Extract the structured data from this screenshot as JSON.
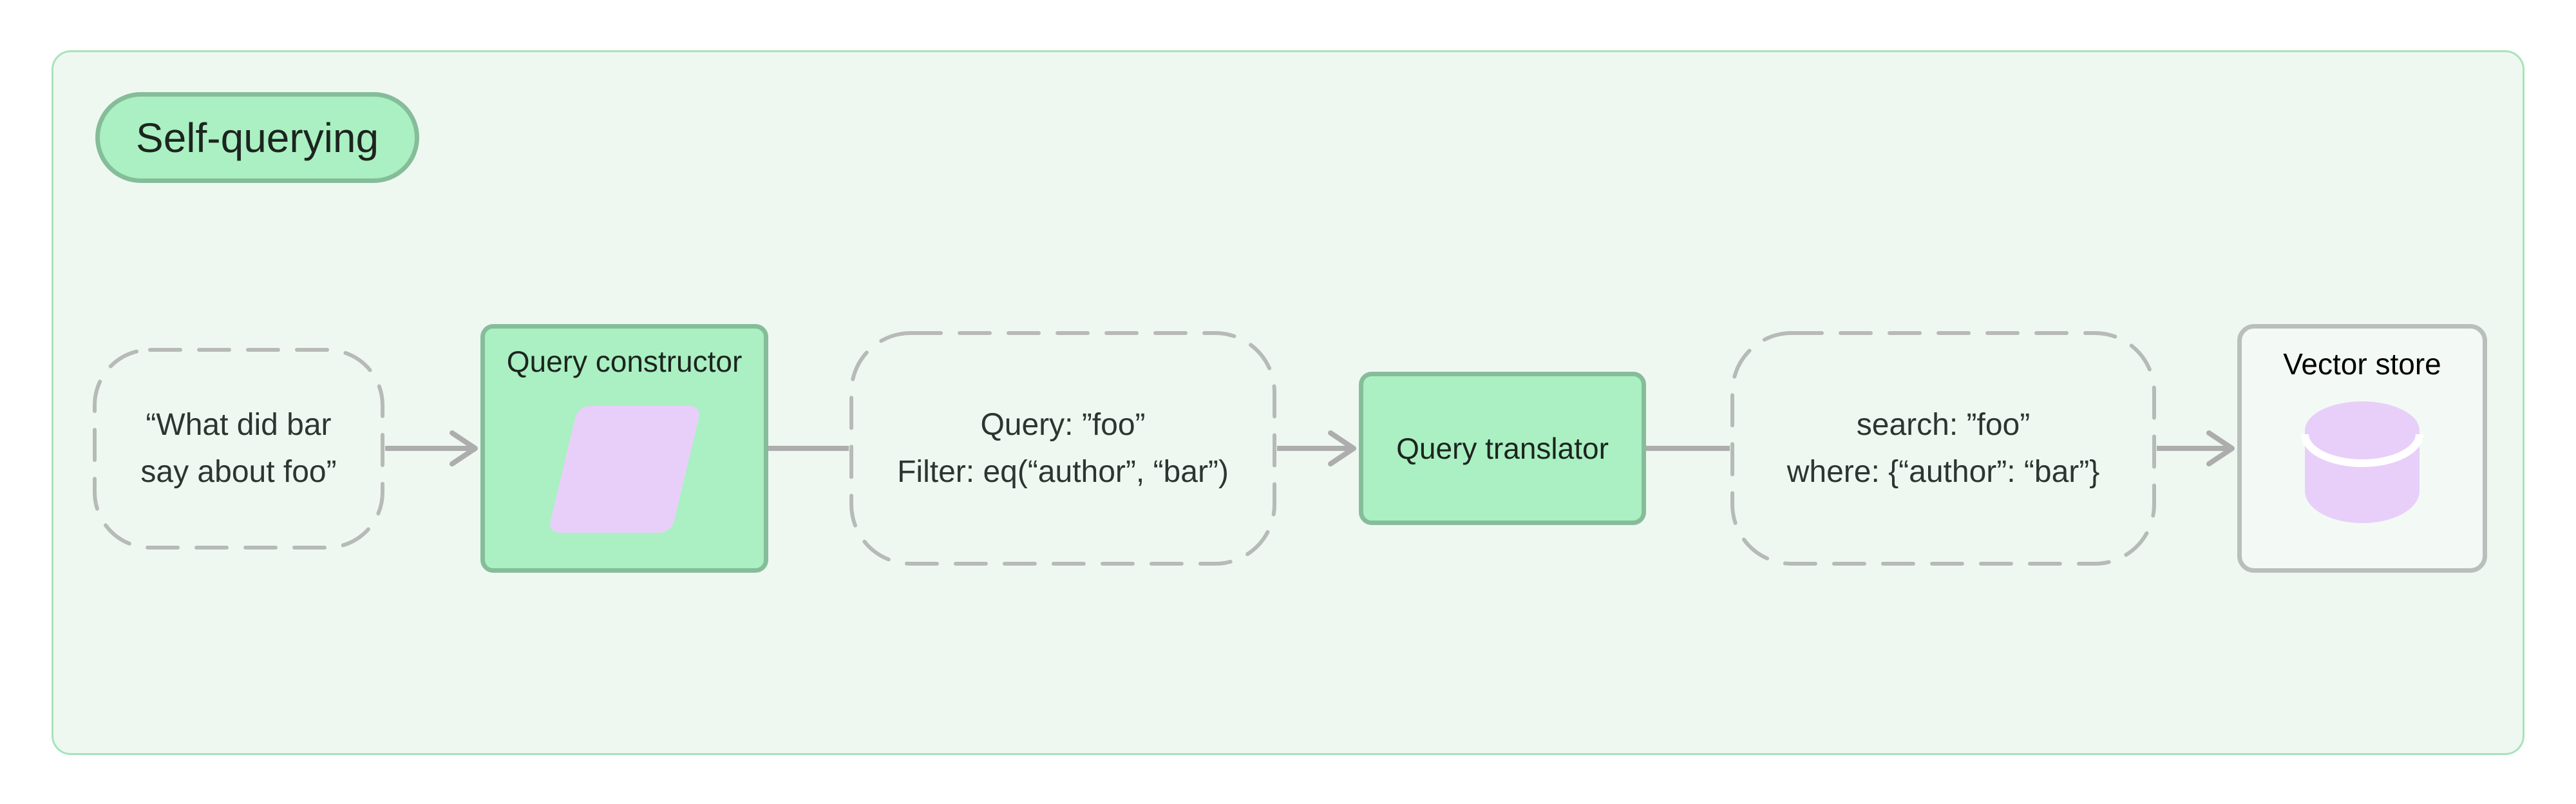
{
  "badge": {
    "label": "Self-querying"
  },
  "flow": {
    "input_node": {
      "line1": "“What did bar",
      "line2": "say about foo”"
    },
    "query_constructor": {
      "title": "Query constructor",
      "icon": "parallelogram-icon"
    },
    "constructed_query_node": {
      "line1": "Query: ”foo”",
      "line2": "Filter: eq(“author”, “bar”)"
    },
    "query_translator": {
      "title": "Query translator"
    },
    "translated_query_node": {
      "line1": "search: ”foo”",
      "line2": "where: {“author”: “bar”}"
    },
    "vector_store": {
      "title": "Vector store",
      "icon": "database-icon"
    }
  },
  "colors": {
    "page_bg": "#ffffff",
    "panel_bg": "#eef8f1",
    "panel_border": "#a7e4ba",
    "green_fill": "#aaf0c2",
    "green_border": "#86bd99",
    "dark_text": "#1d241f",
    "node_text": "#2e342f",
    "dashed_border": "#b7bab7",
    "connector": "#adadad",
    "gray_border": "#babfbb",
    "vstore_bg": "#f3faf5",
    "lavender": "#e8cff9"
  }
}
